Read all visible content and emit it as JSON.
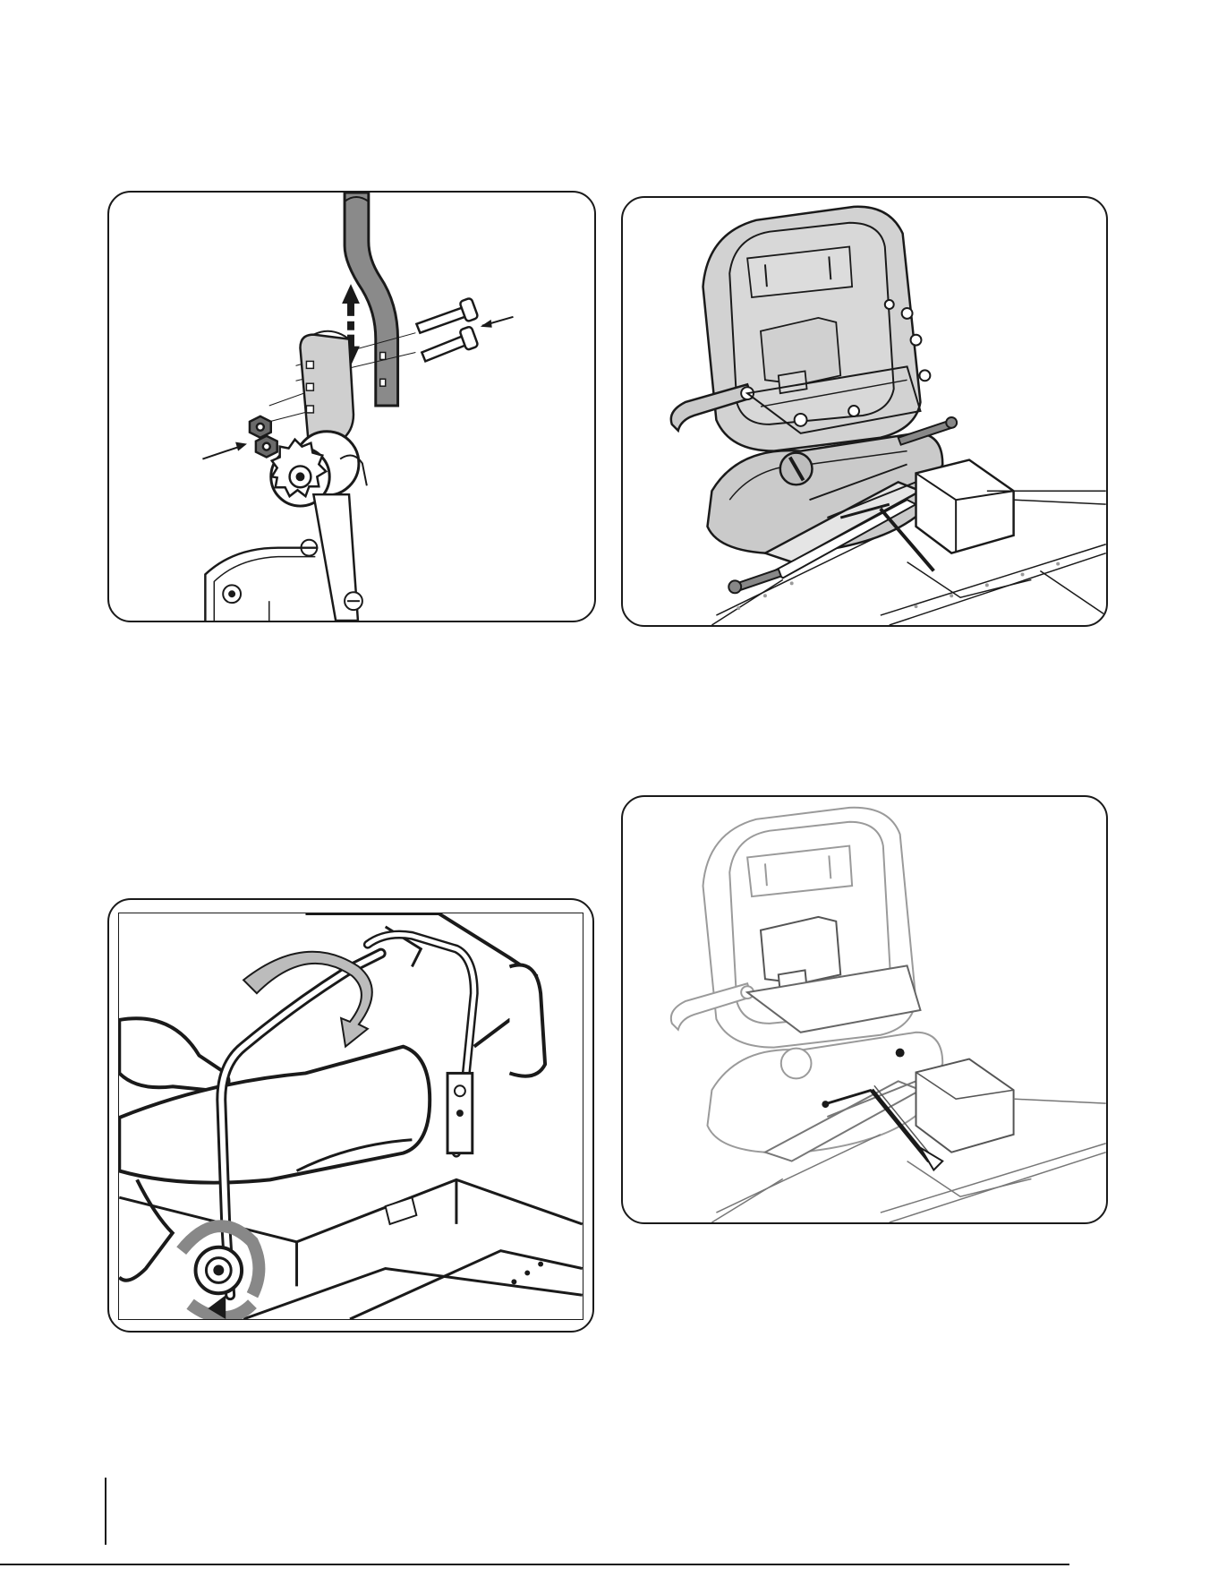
{
  "page": {
    "footer_code": ""
  },
  "figures": [
    {
      "name": "handle-bracket-adjustment",
      "icons": [
        "up-down-arrow-icon",
        "bolt-icon",
        "nut-icon",
        "knob-icon"
      ]
    },
    {
      "name": "seat-tilt-pivot-bolts",
      "icons": [
        "seat-icon",
        "pivot-bolt-icon"
      ]
    },
    {
      "name": "handle-fold-over-seat",
      "icons": [
        "rotate-arrow-icon",
        "knob-icon"
      ]
    },
    {
      "name": "seat-support-rod",
      "icons": [
        "seat-icon",
        "support-rod-icon"
      ]
    }
  ],
  "colors": {
    "line": "#1a1a1a",
    "tube": "#8a8a8a",
    "seat_fill": "#d2d2d2",
    "faded_line": "#9a9a9a"
  }
}
